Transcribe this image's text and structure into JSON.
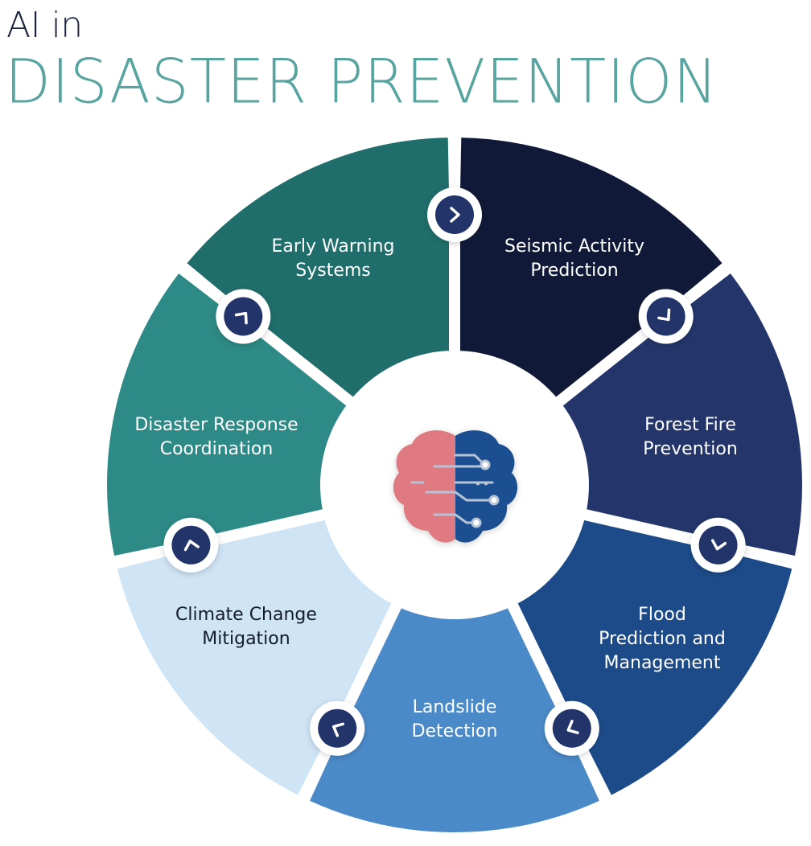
{
  "title": {
    "line1": "AI in",
    "line2": "DISASTER PREVENTION"
  },
  "center_icon": "brain-circuit-icon",
  "segments": [
    {
      "id": "early-warning",
      "lines": [
        "Early Warning",
        "Systems"
      ],
      "color": "#1f6e6b",
      "text_color": "#ffffff"
    },
    {
      "id": "seismic",
      "lines": [
        "Seismic Activity",
        "Prediction"
      ],
      "color": "#101a38",
      "text_color": "#ffffff"
    },
    {
      "id": "forest-fire",
      "lines": [
        "Forest Fire",
        "Prevention"
      ],
      "color": "#23356a",
      "text_color": "#ffffff"
    },
    {
      "id": "flood",
      "lines": [
        "Flood",
        "Prediction and",
        "Management"
      ],
      "color": "#1d4b8a",
      "text_color": "#ffffff"
    },
    {
      "id": "landslide",
      "lines": [
        "Landslide",
        "Detection"
      ],
      "color": "#4b8ac8",
      "text_color": "#ffffff"
    },
    {
      "id": "climate",
      "lines": [
        "Climate Change",
        "Mitigation"
      ],
      "color": "#cfe4f5",
      "text_color": "#111a2e"
    },
    {
      "id": "disaster-resp",
      "lines": [
        "Disaster Response",
        "Coordination"
      ],
      "color": "#2d8a86",
      "text_color": "#ffffff"
    }
  ],
  "connector_icons": [
    "chevron-right-icon",
    "chevron-icon",
    "chevron-icon",
    "chevron-icon",
    "chevron-icon",
    "chevron-icon",
    "chevron-icon"
  ],
  "colors": {
    "connector_fill": "#23346a",
    "title_dark": "#1d2440",
    "title_accent": "#58a4a0",
    "brain_left": "#e07a82",
    "brain_right": "#1f4f92"
  }
}
